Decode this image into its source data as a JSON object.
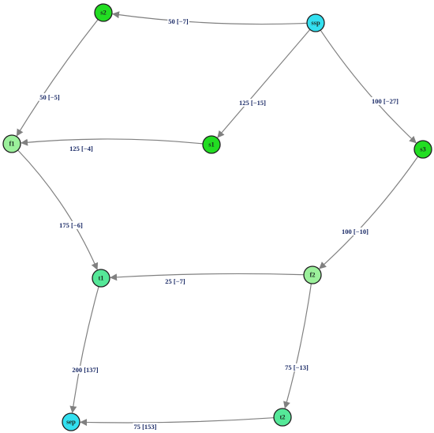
{
  "colors": {
    "source_sink": "#33e0f0",
    "supplier": "#22dd22",
    "facility": "#9bf09b",
    "transit": "#55e898",
    "edge": "#808080",
    "label": "#1a2a66"
  },
  "nodes": [
    {
      "id": "ssp",
      "label": "ssp",
      "type": "source_sink"
    },
    {
      "id": "s2",
      "label": "s2",
      "type": "supplier"
    },
    {
      "id": "s1",
      "label": "s1",
      "type": "supplier"
    },
    {
      "id": "s3",
      "label": "s3",
      "type": "supplier"
    },
    {
      "id": "f1",
      "label": "f1",
      "type": "facility"
    },
    {
      "id": "f2",
      "label": "f2",
      "type": "facility"
    },
    {
      "id": "t1",
      "label": "t1",
      "type": "transit"
    },
    {
      "id": "t2",
      "label": "t2",
      "type": "transit"
    },
    {
      "id": "sep",
      "label": "sep",
      "type": "source_sink"
    }
  ],
  "edges": [
    {
      "from": "ssp",
      "to": "s2",
      "label": "50 [−7]"
    },
    {
      "from": "ssp",
      "to": "s1",
      "label": "125 [−15]"
    },
    {
      "from": "ssp",
      "to": "s3",
      "label": "100 [−27]"
    },
    {
      "from": "s2",
      "to": "f1",
      "label": "50 [−5]"
    },
    {
      "from": "s1",
      "to": "f1",
      "label": "125 [−4]"
    },
    {
      "from": "s3",
      "to": "f2",
      "label": "100 [−10]"
    },
    {
      "from": "f1",
      "to": "t1",
      "label": "175 [−6]"
    },
    {
      "from": "f2",
      "to": "t1",
      "label": "25 [−7]"
    },
    {
      "from": "f2",
      "to": "t2",
      "label": "75 [−13]"
    },
    {
      "from": "t1",
      "to": "sep",
      "label": "200 [137]"
    },
    {
      "from": "t2",
      "to": "sep",
      "label": "75 [153]"
    }
  ]
}
